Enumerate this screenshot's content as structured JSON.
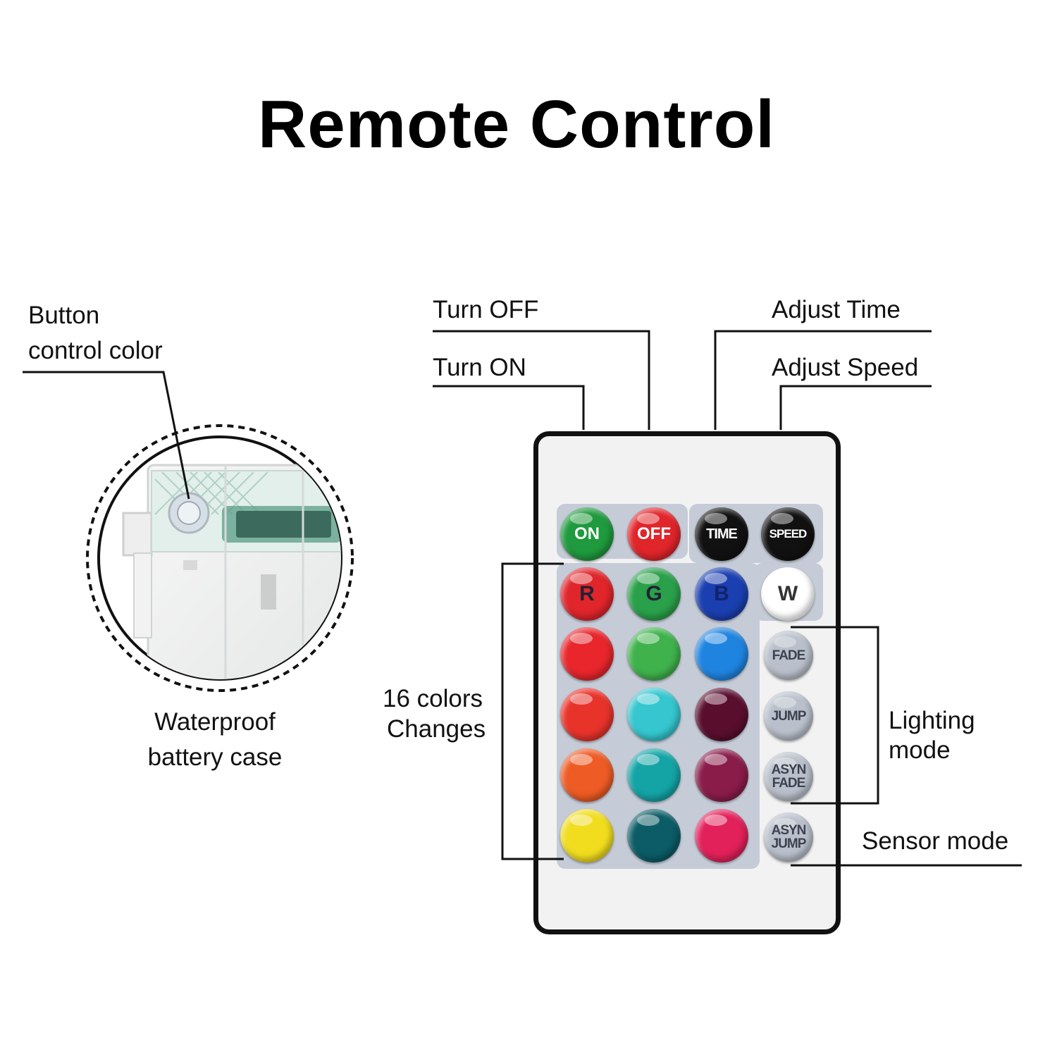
{
  "title": "Remote Control",
  "battery": {
    "button_label_line1": "Button",
    "button_label_line2": "control color",
    "case_label_line1": "Waterproof",
    "case_label_line2": "battery case"
  },
  "callouts": {
    "turn_off": "Turn OFF",
    "turn_on": "Turn ON",
    "adjust_time": "Adjust Time",
    "adjust_speed": "Adjust Speed",
    "colors_line1": "16 colors",
    "colors_line2": "Changes",
    "lighting_line1": "Lighting",
    "lighting_line2": "mode",
    "sensor": "Sensor mode"
  },
  "remote": {
    "top_buttons": [
      {
        "label": "ON",
        "color": "#1f9a3e"
      },
      {
        "label": "OFF",
        "color": "#e0252b"
      },
      {
        "label": "TIME",
        "color": "#111111"
      },
      {
        "label": "SPEED",
        "color": "#111111"
      }
    ],
    "rgbw_buttons": [
      {
        "label": "R",
        "color": "#e0252b"
      },
      {
        "label": "G",
        "color": "#2aa04a"
      },
      {
        "label": "B",
        "color": "#1a3fb0"
      },
      {
        "label": "W",
        "color": "#ffffff"
      }
    ],
    "color_grid": [
      [
        "#e8262c",
        "#3fb24c",
        "#1f84e0"
      ],
      [
        "#e8332b",
        "#35c6cf",
        "#5a0e2e"
      ],
      [
        "#ee5b24",
        "#14a4a6",
        "#8a1c4a"
      ],
      [
        "#f1dd1e",
        "#0b5c66",
        "#e2205a"
      ]
    ],
    "mode_buttons": [
      {
        "line1": "FADE",
        "line2": ""
      },
      {
        "line1": "JUMP",
        "line2": ""
      },
      {
        "line1": "ASYN",
        "line2": "FADE"
      },
      {
        "line1": "ASYN",
        "line2": "JUMP"
      }
    ]
  }
}
